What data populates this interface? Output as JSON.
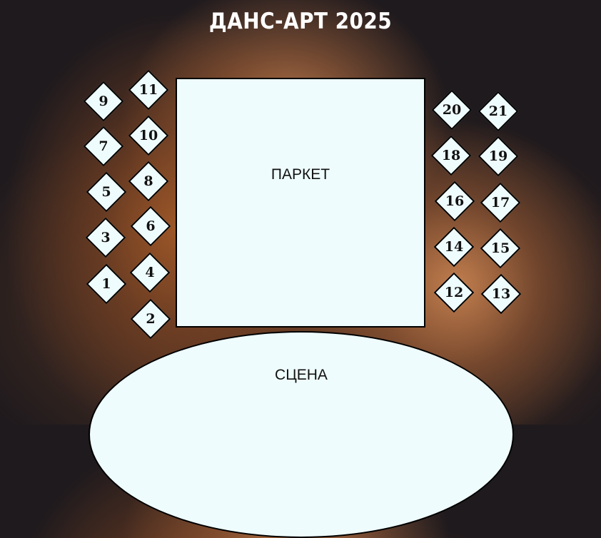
{
  "title": "ДАНС-АРТ 2025",
  "floor_label": "ПАРКЕТ",
  "stage_label": "СЦЕНА",
  "colors": {
    "element_fill": "#effcfd",
    "outline": "#000000",
    "title": "#ffffff",
    "background_dark": "#1f1a1d",
    "background_glow": "#c88650"
  },
  "tables": [
    "1",
    "2",
    "3",
    "4",
    "5",
    "6",
    "7",
    "8",
    "9",
    "10",
    "11",
    "12",
    "13",
    "14",
    "15",
    "16",
    "17",
    "18",
    "19",
    "20",
    "21"
  ]
}
